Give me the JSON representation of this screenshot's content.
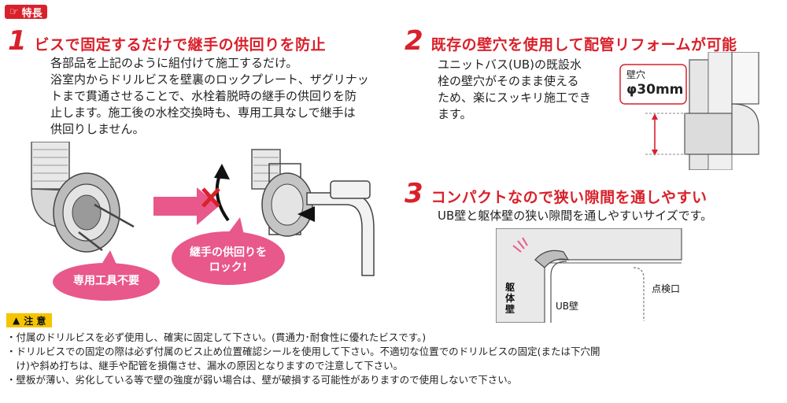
{
  "feature_badge": "特長",
  "section1": {
    "num": "1",
    "title": "ビスで固定するだけで継手の供回りを防止",
    "lines": [
      "各部品を上記のように組付けて施工するだけ。",
      "浴室内からドリルビスを壁裏のロックプレート、ザグリナッ",
      "トまで貫通させることで、水栓着脱時の継手の供回りを防",
      "止します。施工後の水栓交換時も、専用工具なしで継手は",
      "供回りしません。"
    ],
    "bubble_tool": "専用工具不要",
    "bubble_lock_line1": "継手の供回りを",
    "bubble_lock_line2": "ロック!"
  },
  "section2": {
    "num": "2",
    "title": "既存の壁穴を使用して配管リフォームが可能",
    "lines": [
      "ユニットバス(UB)の既設水",
      "栓の壁穴がそのまま使える",
      "ため、楽にスッキリ施工でき",
      "ます。"
    ],
    "hole_label": "壁穴",
    "hole_size": "φ30mm"
  },
  "section3": {
    "num": "3",
    "title": "コンパクトなので狭い隙間を通しやすい",
    "line": "UB壁と躯体壁の狭い隙間を通しやすいサイズです。",
    "label_wall": "躯体壁",
    "label_ub": "UB壁",
    "label_inspect": "点検口"
  },
  "caution": {
    "badge": "注 意",
    "lines": [
      "・付属のドリルビスを必ず使用し、確実に固定して下さい。(貫通力･耐食性に優れたビスです。)",
      "・ドリルビスでの固定の際は必ず付属のビス止め位置確認シールを使用して下さい。不適切な位置でのドリルビスの固定(または下穴開",
      "　け)や斜め打ちは、継手や配管を損傷させ、漏水の原因となりますので注意して下さい。",
      "・壁板が薄い、劣化している等で壁の強度が弱い場合は、壁が破損する可能性がありますので使用しないで下さい。"
    ]
  },
  "colors": {
    "accent": "#d9212b",
    "pink": "#e8588a",
    "caution": "#f5c400"
  }
}
